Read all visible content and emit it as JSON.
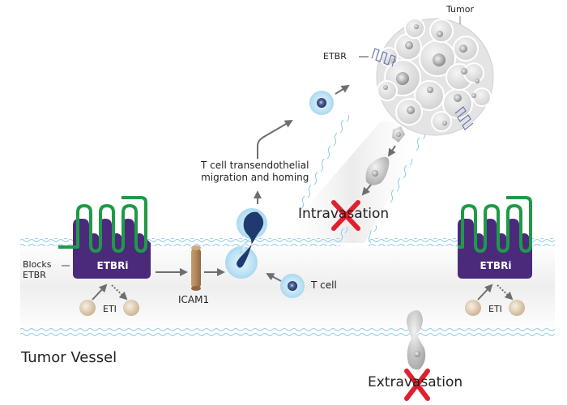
{
  "title": "ETBR inhibition in tumor vessel: T cell homing vs. tumor cell intravasation/extravasation",
  "labels": {
    "tumor": "Tumor",
    "etbr": "ETBR",
    "tcell_migration": "T cell transendothelial\nmigration and homing",
    "intravasation": "Intravasation",
    "extravasation": "Extravasation",
    "blocks_etbr": "Blocks\nETBR",
    "etbri_left": "ETBRi",
    "etbri_right": "ETBRi",
    "icam1": "ICAM1",
    "tcell": "T cell",
    "eti_left": "ETI",
    "eti_right": "ETI",
    "tumor_vessel": "Tumor Vessel"
  },
  "icons": {
    "blocked_marker": "red-x",
    "receptor": "serpentine-receptor",
    "membrane": "wavy-membrane"
  },
  "colors": {
    "etbri_purple": "#4b2a7b",
    "receptor_green": "#1f9a48",
    "membrane_blue": "#8fcbe6",
    "tcell_halo": "#bfe3f5",
    "tcell_nucleus": "#1e3a6e",
    "block_red": "#e0202e",
    "arrow_gray": "#6d6e71",
    "icam_brown": "#b88a5c",
    "eti_beige": "#e3d3bc",
    "tumor_gray": "#d9d9d9"
  }
}
